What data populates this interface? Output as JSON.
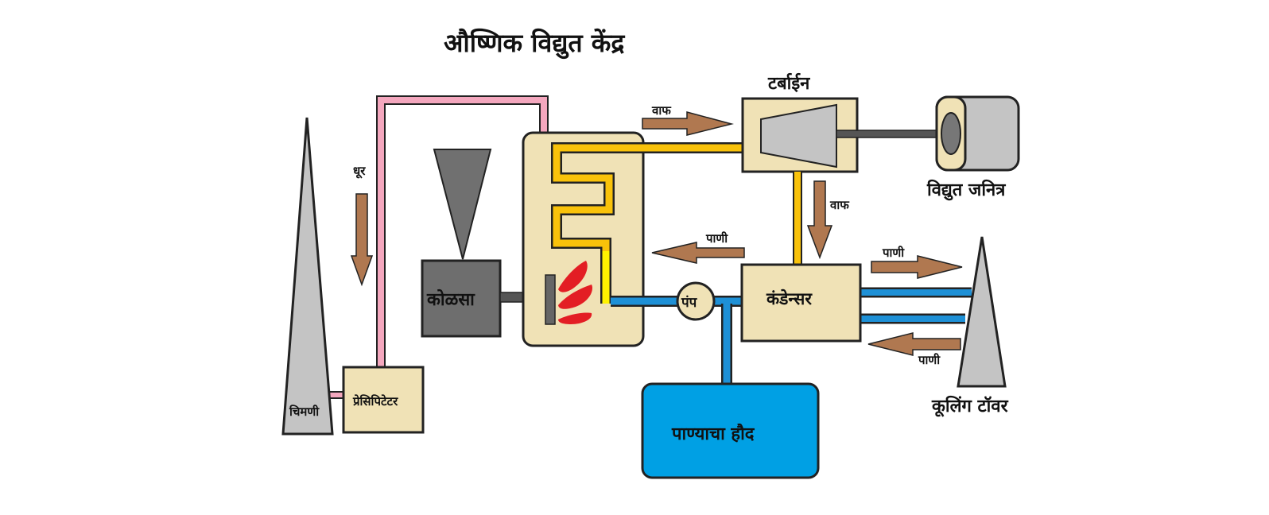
{
  "title": "औष्णिक विद्युत केंद्र",
  "labels": {
    "turbine": "टर्बाईन",
    "generator": "विद्युत जनित्र",
    "coal": "कोळसा",
    "condenser": "कंडेन्सर",
    "pump": "पंप",
    "water_tank": "पाण्याचा हौद",
    "cooling_tower": "कूलिंग टॉवर",
    "chimney": "चिमणी",
    "precipitator": "प्रेसिपिटेटर",
    "smoke": "धूर",
    "steam_top": "वाफ",
    "steam_down": "वाफ",
    "water_to_boiler": "पाणी",
    "water_to_tower": "पाणी",
    "water_from_tower": "पाणी"
  },
  "colors": {
    "box_fill": "#f0e2b6",
    "steam_pipe": "#f9c20a",
    "water_pipe": "#1e90d6",
    "smoke_pipe": "#f4a7be",
    "arrow": "#b07850",
    "flame": "#e31e24",
    "coal_box": "#6e6e6e",
    "hopper": "#707070",
    "tank": "#00a0e4",
    "grey_part": "#c4c4c4"
  }
}
